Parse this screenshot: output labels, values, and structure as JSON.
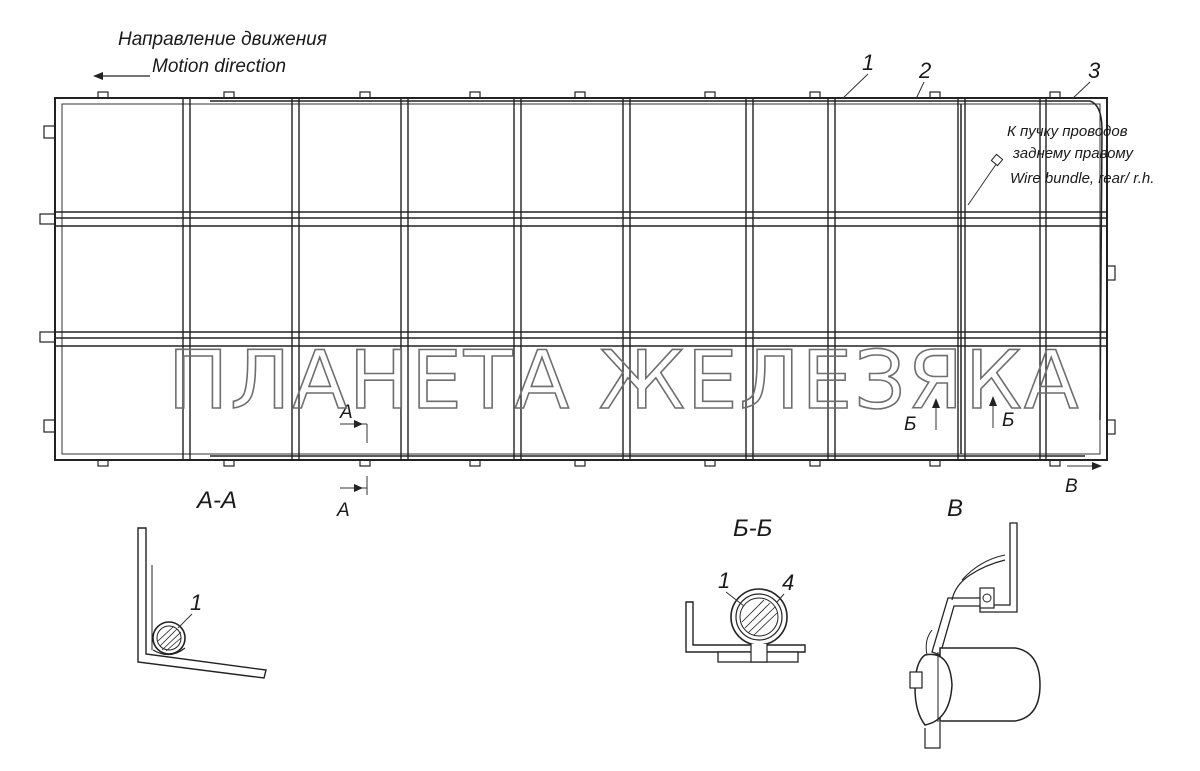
{
  "header": {
    "direction_ru": "Направление движения",
    "direction_en": "Motion direction"
  },
  "callouts": {
    "part_1": "1",
    "part_2": "2",
    "part_3": "3",
    "part_4": "4"
  },
  "wire_note": {
    "line1": "К пучку проводов",
    "line2": "заднему правому",
    "line3": "Wire bundle, rear/ r.h."
  },
  "section_marks": {
    "a": "А",
    "b": "Б",
    "v": "В"
  },
  "section_titles": {
    "aa": "А-А",
    "bb": "Б-Б",
    "v": "В"
  },
  "watermark": "ПЛАНЕТА ЖЕЛЕЗЯКА"
}
